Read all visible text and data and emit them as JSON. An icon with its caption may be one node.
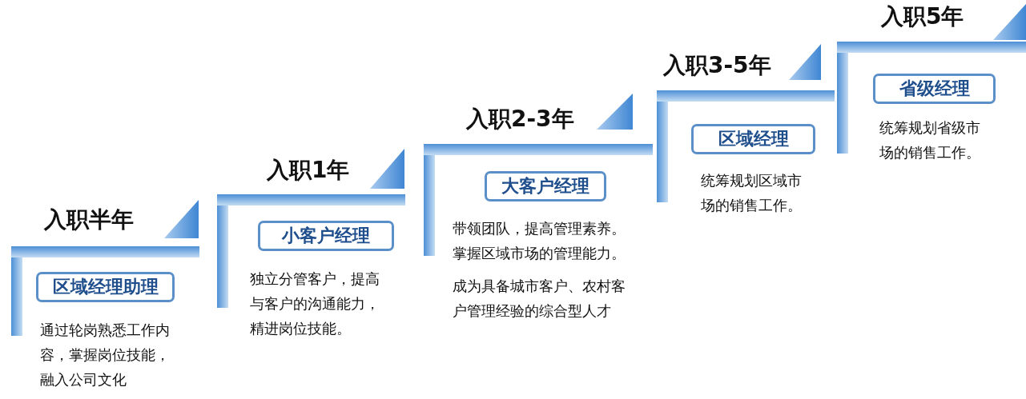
{
  "diagram": {
    "nodes": [
      {
        "text": [
          "区域经理助理"
        ],
        "beside": [
          "入职半年",
          "通过轮岗熟悉工作内容，掌握岗位技能，融入公司文化"
        ]
      },
      {
        "text": [
          "小客户经理"
        ],
        "beside": [
          "入职1年",
          "独立分管客户，提高与客户的沟通能力，精进岗位技能。"
        ]
      },
      {
        "text": [
          "大客户经理"
        ],
        "beside": [
          "入职2-3年",
          "带领团队，提高管理素养。掌握区域市场的管理能力。",
          "成为具备城市客户、农村客户管理经验的综合型人才"
        ]
      },
      {
        "text": [
          "区域经理"
        ],
        "beside": [
          "入职3-5年",
          "统筹规划区域市场的销售工作。"
        ]
      },
      {
        "text": [
          "省级经理"
        ],
        "beside": [
          "入职5年",
          "统筹规划省级市场的销售工作。"
        ]
      }
    ],
    "edges": []
  }
}
